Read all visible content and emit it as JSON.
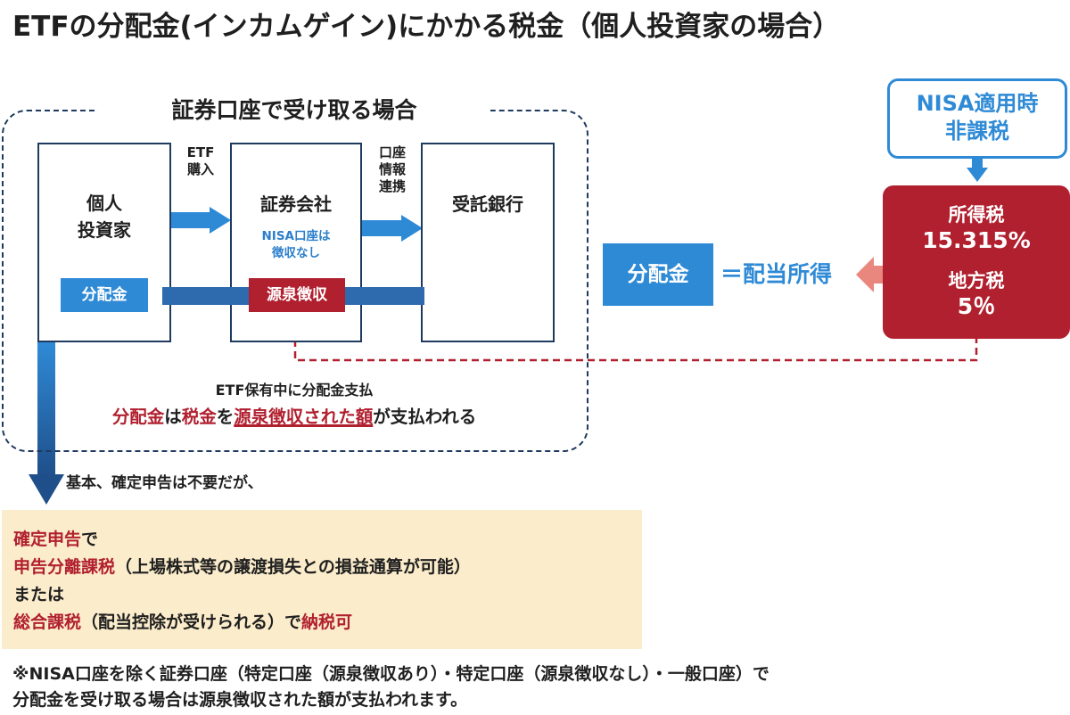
{
  "title": "ETFの分配金(インカムゲイン)にかかる税金（個人投資家の場合）",
  "frame_title": "証券口座で受け取る場合",
  "nodes": {
    "investor": "個人\n投資家",
    "broker": "証券会社",
    "bank": "受託銀行"
  },
  "edges": {
    "etf_purchase": "ETF\n購入",
    "account_info": "口座\n情報\n連携"
  },
  "nisa_note": "NISA口座は\n徴収なし",
  "withholding_chip": "源泉徴収",
  "dividend_chip": "分配金",
  "payment_line1": "ETF保有中に分配金支払",
  "payment_line2": {
    "part1": "分配金",
    "part2": "は",
    "part3": "税金",
    "part4": "を",
    "part5": "源泉徴収された額",
    "part6": "が支払われる"
  },
  "note_text": "基本、確定申告は不要だが、",
  "filing_box": {
    "line1_red": "確定申告",
    "line1_rest": "で",
    "line2_red": "申告分離課税",
    "line2_rest": "（上場株式等の譲渡損失との損益通算が可能）",
    "line3": "または",
    "line4_red1": "総合課税",
    "line4_mid": "（配当控除が受けられる）で",
    "line4_red2": "納税可"
  },
  "footer": {
    "line1": "※NISA口座を除く証券口座（特定口座（源泉徴収あり）・特定口座（源泉徴収なし）・一般口座）で",
    "line2": "分配金を受け取る場合は源泉徴収された額が支払われます。"
  },
  "nisa_box": "NISA適用時\n非課税",
  "tax_box": {
    "income_tax_label": "所得税",
    "income_tax_rate": "15.315%",
    "local_tax_label": "地方税",
    "local_tax_rate": "5％"
  },
  "dividend_label": "分配金",
  "dividend_income": "＝配当所得",
  "colors": {
    "navy": "#1f3a5f",
    "blue": "#2f8ad6",
    "dark_blue": "#2d6aae",
    "red": "#b1202f",
    "beige": "#fbeccb"
  }
}
